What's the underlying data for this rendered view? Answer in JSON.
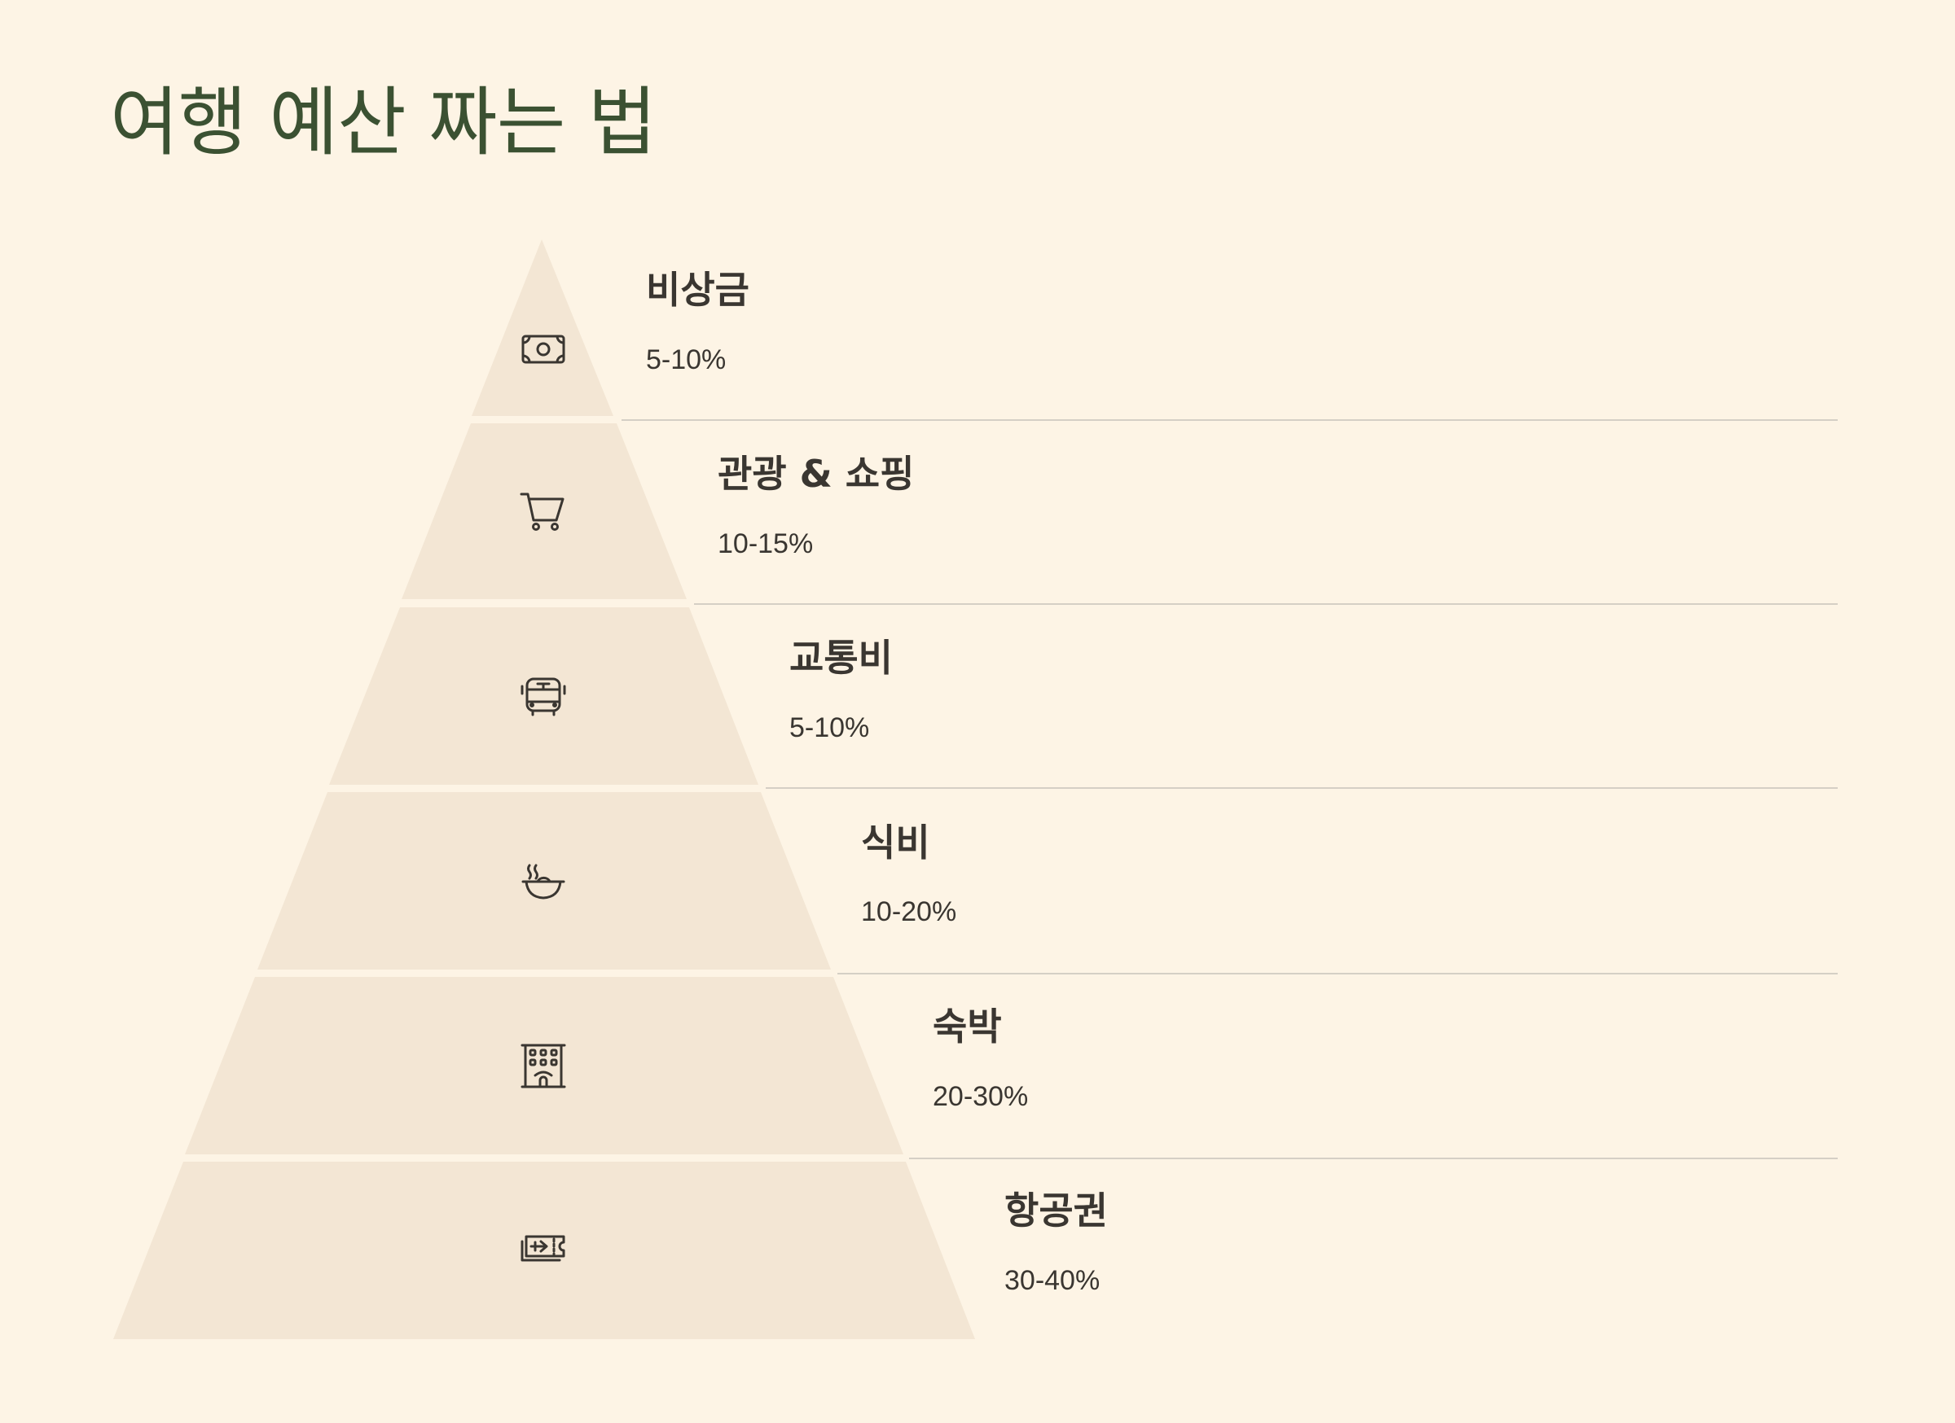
{
  "title": "여행 예산 짜는 법",
  "colors": {
    "background": "#fdf4e5",
    "tier_fill": "#f3e6d4",
    "title": "#3b5132",
    "text": "#3a3631",
    "divider": "#d5cfc5",
    "icon": "#3a3631"
  },
  "tiers": [
    {
      "label": "비상금",
      "range": "5-10%",
      "icon": "cash-icon"
    },
    {
      "label": "관광 & 쇼핑",
      "range": "10-15%",
      "icon": "shopping-cart-icon"
    },
    {
      "label": "교통비",
      "range": "5-10%",
      "icon": "bus-icon"
    },
    {
      "label": "식비",
      "range": "10-20%",
      "icon": "food-bowl-icon"
    },
    {
      "label": "숙박",
      "range": "20-30%",
      "icon": "hotel-building-icon"
    },
    {
      "label": "항공권",
      "range": "30-40%",
      "icon": "flight-ticket-icon"
    }
  ]
}
